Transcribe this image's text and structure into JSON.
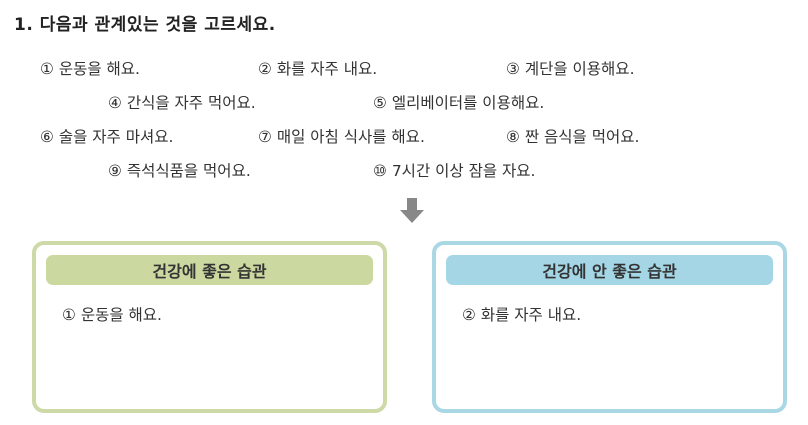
{
  "question": {
    "title": "1. 다음과 관계있는 것을 고르세요."
  },
  "choices": [
    "① 운동을 해요.",
    "② 화를 자주 내요.",
    "③ 계단을 이용해요.",
    "④ 간식을 자주 먹어요.",
    "⑤ 엘리베이터를 이용해요.",
    "⑥ 술을 자주 마셔요.",
    "⑦ 매일 아침 식사를 해요.",
    "⑧ 짠 음식을 먹어요.",
    "⑨ 즉석식품을 먹어요.",
    "⑩ 7시간 이상 잠을 자요."
  ],
  "arrow_icon": "down-arrow-icon",
  "good_box": {
    "header": "건강에 좋은 습관",
    "items": [
      "① 운동을 해요."
    ],
    "color": "#cbd9a1"
  },
  "bad_box": {
    "header": "건강에 안 좋은 습관",
    "items": [
      "② 화를 자주 내요."
    ],
    "color": "#a4d6e6"
  }
}
